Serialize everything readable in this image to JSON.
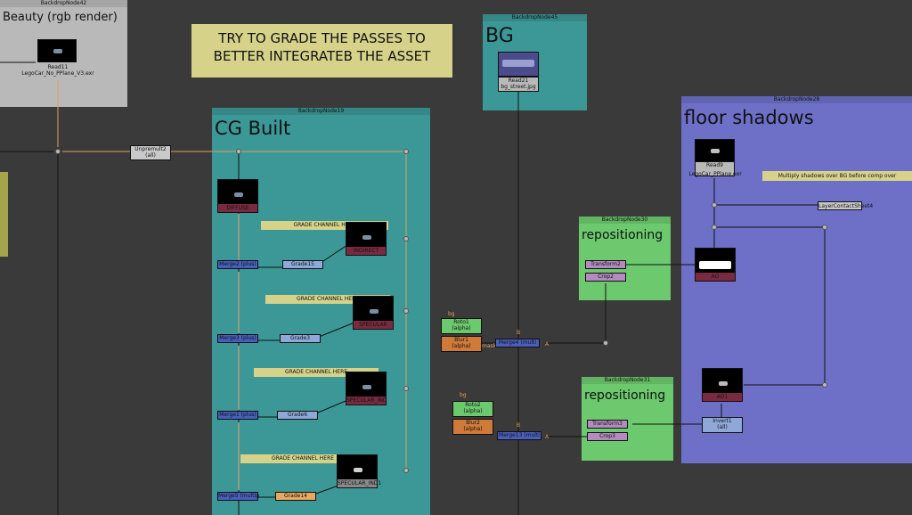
{
  "backdrops": {
    "beauty": {
      "header": "BackdropNode42",
      "title": "Beauty (rgb render)"
    },
    "bg": {
      "header": "BackdropNode45",
      "title": "BG"
    },
    "cg": {
      "header": "BackdropNode19",
      "title": "CG Built"
    },
    "floor": {
      "header": "BackdropNode28",
      "title": "floor shadows"
    },
    "repo1": {
      "header": "BackdropNode30",
      "title": "repositioning"
    },
    "repo2": {
      "header": "BackdropNode31",
      "title": "repositioning"
    }
  },
  "sticky": {
    "main_line1": "TRY TO GRADE THE PASSES TO",
    "main_line2": "BETTER INTEGRATEB THE ASSET",
    "floor_note": "Multiply shadows over BG before comp over"
  },
  "reads": {
    "read11": {
      "name": "Read11",
      "file": "LegoCar_No_PPlane_V3.exr"
    },
    "read21": {
      "name": "Read21",
      "file": "bg_street.jpg"
    },
    "read9": {
      "name": "Read9",
      "file": "LegoCar_PPlane.exr"
    }
  },
  "nodes": {
    "unpremult2": {
      "name": "Unpremult2",
      "sub": "(all)"
    },
    "diffuse": "DIFFUSE",
    "indirect": "INDIRECT",
    "specular": "SPECULAR",
    "specular_ind": "SPECULAR_IND",
    "specular_ind1": "SPECULAR_IND1",
    "grade_banner_1": "GRADE CHANNEL HERE",
    "grade_banner_2": "GRADE CHANNEL HERE",
    "grade_banner_3": "GRADE CHANNEL HERE",
    "grade_banner_4": "GRADE CHANNEL HERE",
    "merge2": "Merge2 (plus)",
    "merge3": "Merge3 (plus)",
    "merge1": "Merge1 (plus)",
    "merge5": "Merge5 (multip",
    "grade15": "Grade15",
    "grade3": "Grade3",
    "grade6": "Grade6",
    "grade14": "Grade14",
    "roto1": {
      "name": "Roto1",
      "sub": "(alpha)"
    },
    "blur1": {
      "name": "Blur1",
      "sub": "(alpha)"
    },
    "roto2": {
      "name": "Roto2",
      "sub": "(alpha)"
    },
    "blur2": {
      "name": "Blur2",
      "sub": "(alpha)"
    },
    "merge4": "Merge4 (multi",
    "merge13": "Merge13 (multi",
    "transform2": "Transform2",
    "crop2": "Crop2",
    "transform3": "Transform3",
    "crop3": "Crop3",
    "ao": "AO",
    "ao1": "AO1",
    "invert1": {
      "name": "Invert1",
      "sub": "(all)"
    },
    "layer_contact": "LayerContactSheet4"
  },
  "pins": {
    "bg1": "bg",
    "bg2": "bg",
    "mask": "mask",
    "b1": "B",
    "a1": "A",
    "b2": "B",
    "a2": "A"
  }
}
